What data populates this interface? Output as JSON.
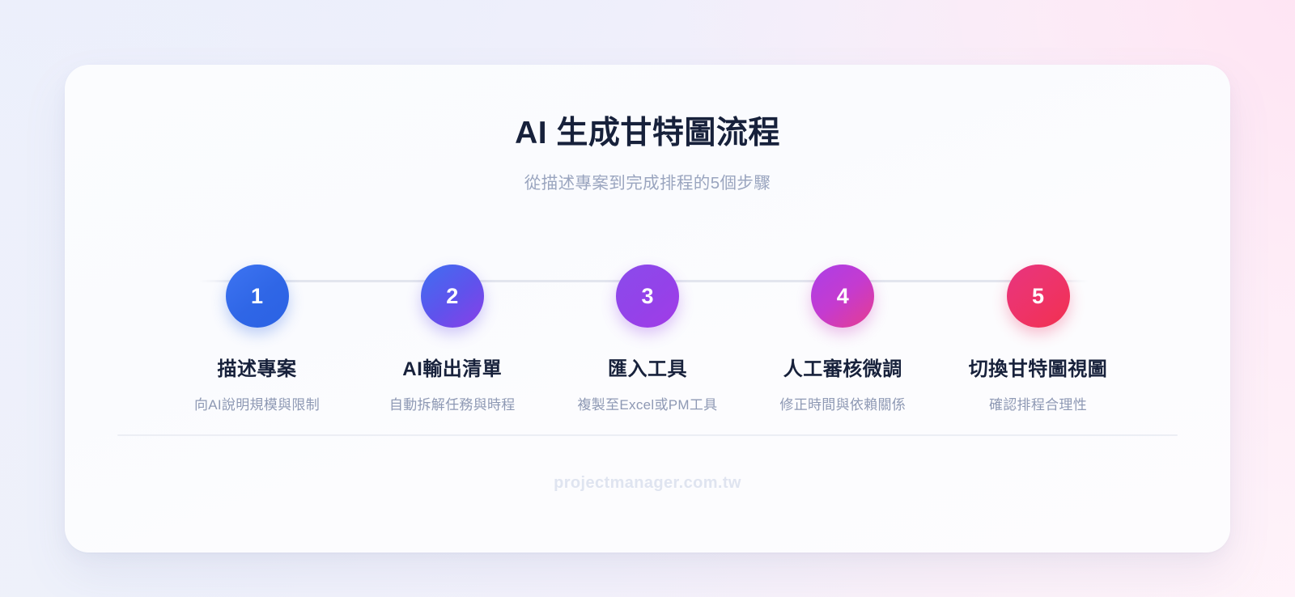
{
  "header": {
    "title": "AI 生成甘特圖流程",
    "subtitle": "從描述專案到完成排程的5個步驟"
  },
  "steps": [
    {
      "number": "1",
      "title": "描述專案",
      "desc": "向AI說明規模與限制",
      "color_from": "#3d74f2",
      "color_to": "#2b62e4"
    },
    {
      "number": "2",
      "title": "AI輸出清單",
      "desc": "自動拆解任務與時程",
      "color_from": "#3f6ff1",
      "color_to": "#8a3fe7"
    },
    {
      "number": "3",
      "title": "匯入工具",
      "desc": "複製至Excel或PM工具",
      "color_from": "#8b4bea",
      "color_to": "#a23ce6"
    },
    {
      "number": "4",
      "title": "人工審核微調",
      "desc": "修正時間與依賴關係",
      "color_from": "#ab3fe7",
      "color_to": "#e73c8e"
    },
    {
      "number": "5",
      "title": "切換甘特圖視圖",
      "desc": "確認排程合理性",
      "color_from": "#e8357f",
      "color_to": "#f2304f"
    }
  ],
  "footer": {
    "brand": "projectmanager.com.tw"
  },
  "theme": {
    "background_from": "#e9edfb",
    "background_to": "#fff4fa",
    "card_background": "#fbfcfe",
    "title_color": "#17213b",
    "muted_color": "#9aa5bf",
    "divider_color": "#eceef4",
    "connector_color": "#e2e5ee",
    "footer_color": "#dfe4f0"
  }
}
